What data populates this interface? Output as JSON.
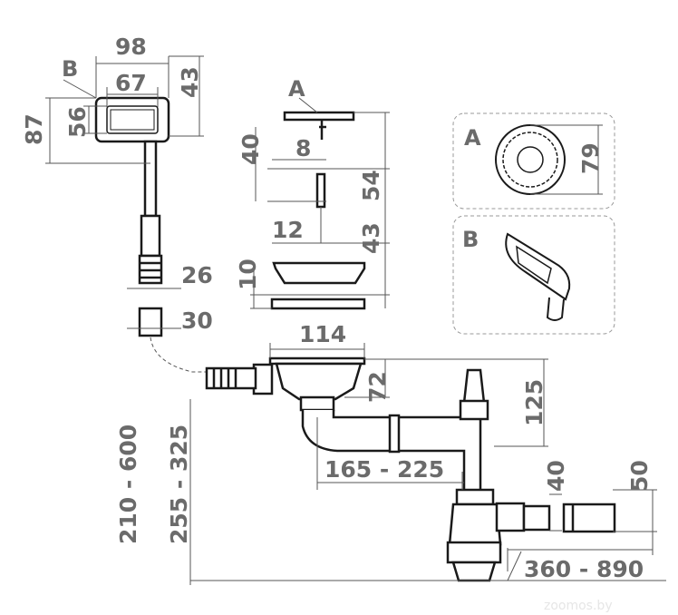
{
  "diagram": {
    "overflow_button": {
      "letter": "B",
      "width_outer": "98",
      "width_inner": "67",
      "height_inner": "56",
      "height_outer": "87",
      "depth": "43"
    },
    "strainer_plug": {
      "letter": "A",
      "height": "40",
      "stem_diameter": "8",
      "screw_length": "54",
      "screw_diameter": "12",
      "gap": "43",
      "basket_height": "10"
    },
    "hose": {
      "diameter_inner": "26",
      "diameter_outer": "30",
      "length": "210 - 600"
    },
    "siphon": {
      "bowl_width": "114",
      "bowl_depth": "72",
      "stand_height": "125",
      "horizontal_span": "165 - 225",
      "total_height": "255 - 325",
      "outlet_diameter": "40",
      "pipe_diameter": "50",
      "outlet_length": "360 - 890"
    },
    "inset_a": {
      "letter": "A",
      "diameter": "79"
    },
    "inset_b": {
      "letter": "B"
    }
  },
  "watermark": "zoomos.by"
}
